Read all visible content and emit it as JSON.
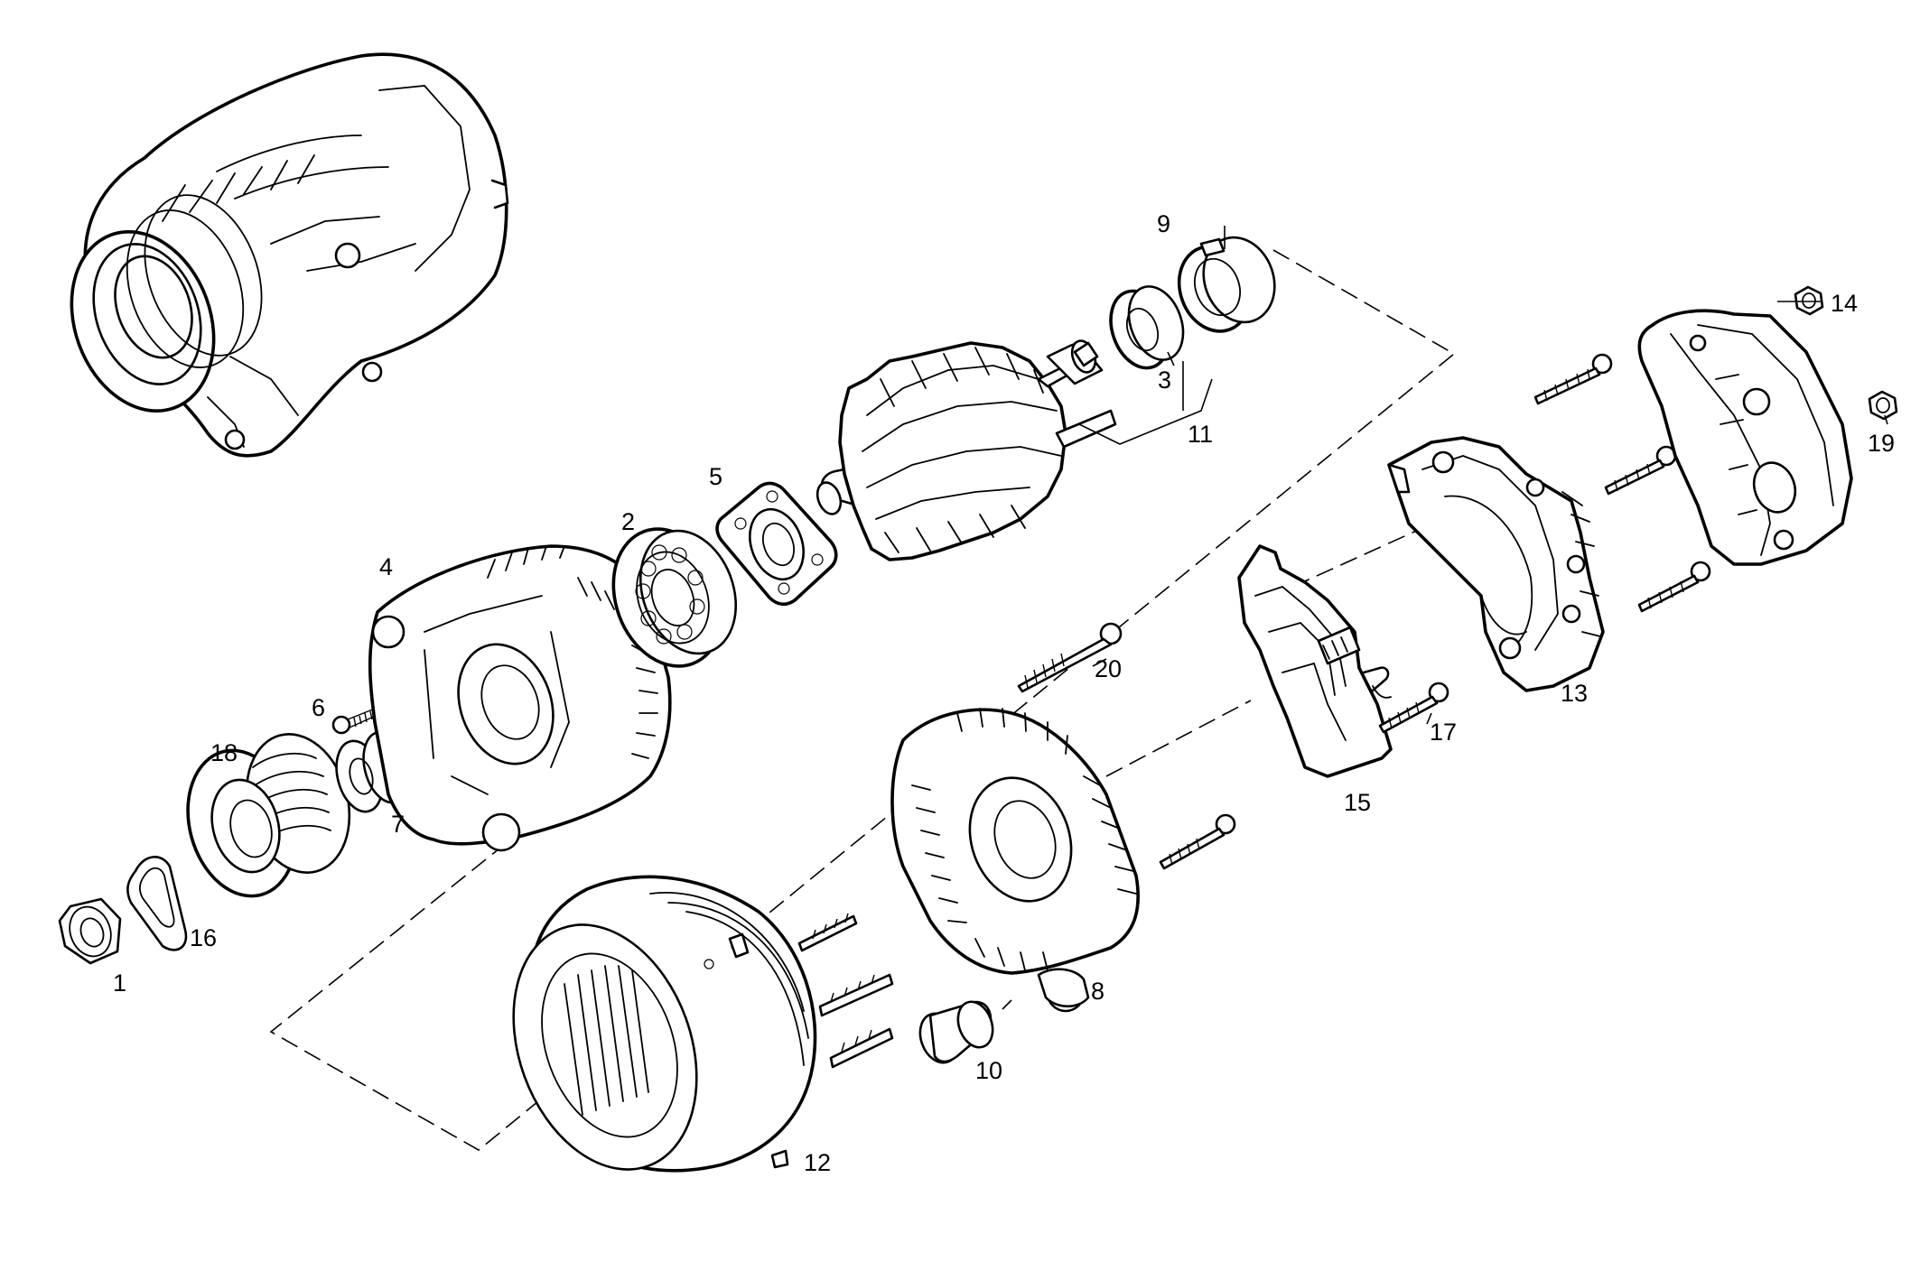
{
  "parts": [
    {
      "id": "1",
      "label": "1"
    },
    {
      "id": "2",
      "label": "2"
    },
    {
      "id": "3",
      "label": "3"
    },
    {
      "id": "4",
      "label": "4"
    },
    {
      "id": "5",
      "label": "5"
    },
    {
      "id": "6",
      "label": "6"
    },
    {
      "id": "7",
      "label": "7"
    },
    {
      "id": "8",
      "label": "8"
    },
    {
      "id": "9",
      "label": "9"
    },
    {
      "id": "10",
      "label": "10"
    },
    {
      "id": "11",
      "label": "11"
    },
    {
      "id": "12",
      "label": "12"
    },
    {
      "id": "13",
      "label": "13"
    },
    {
      "id": "14",
      "label": "14"
    },
    {
      "id": "15",
      "label": "15"
    },
    {
      "id": "16",
      "label": "16"
    },
    {
      "id": "17",
      "label": "17"
    },
    {
      "id": "18",
      "label": "18"
    },
    {
      "id": "19",
      "label": "19"
    },
    {
      "id": "20",
      "label": "20"
    }
  ],
  "colors": {
    "line": "#000000",
    "background": "#ffffff"
  }
}
